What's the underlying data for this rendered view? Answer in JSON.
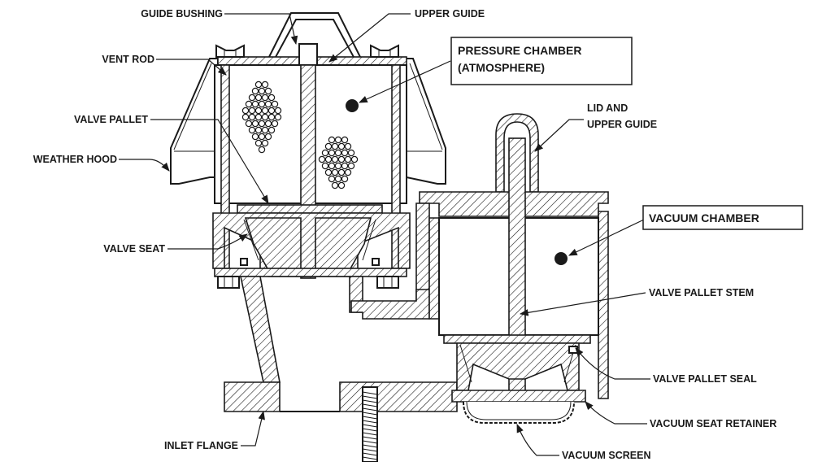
{
  "labels": {
    "guide_bushing": "GUIDE BUSHING",
    "upper_guide": "UPPER GUIDE",
    "vent_rod": "VENT ROD",
    "pressure_chamber_line1": "PRESSURE CHAMBER",
    "pressure_chamber_line2": "(ATMOSPHERE)",
    "valve_pallet": "VALVE PALLET",
    "lid_upper_guide_line1": "LID AND",
    "lid_upper_guide_line2": "UPPER GUIDE",
    "weather_hood": "WEATHER HOOD",
    "vacuum_chamber": "VACUUM CHAMBER",
    "valve_seat": "VALVE SEAT",
    "valve_pallet_stem": "VALVE PALLET STEM",
    "valve_pallet_seal": "VALVE PALLET SEAL",
    "vacuum_seat_retainer": "VACUUM SEAT RETAINER",
    "inlet_flange": "INLET FLANGE",
    "vacuum_screen": "VACUUM SCREEN"
  }
}
